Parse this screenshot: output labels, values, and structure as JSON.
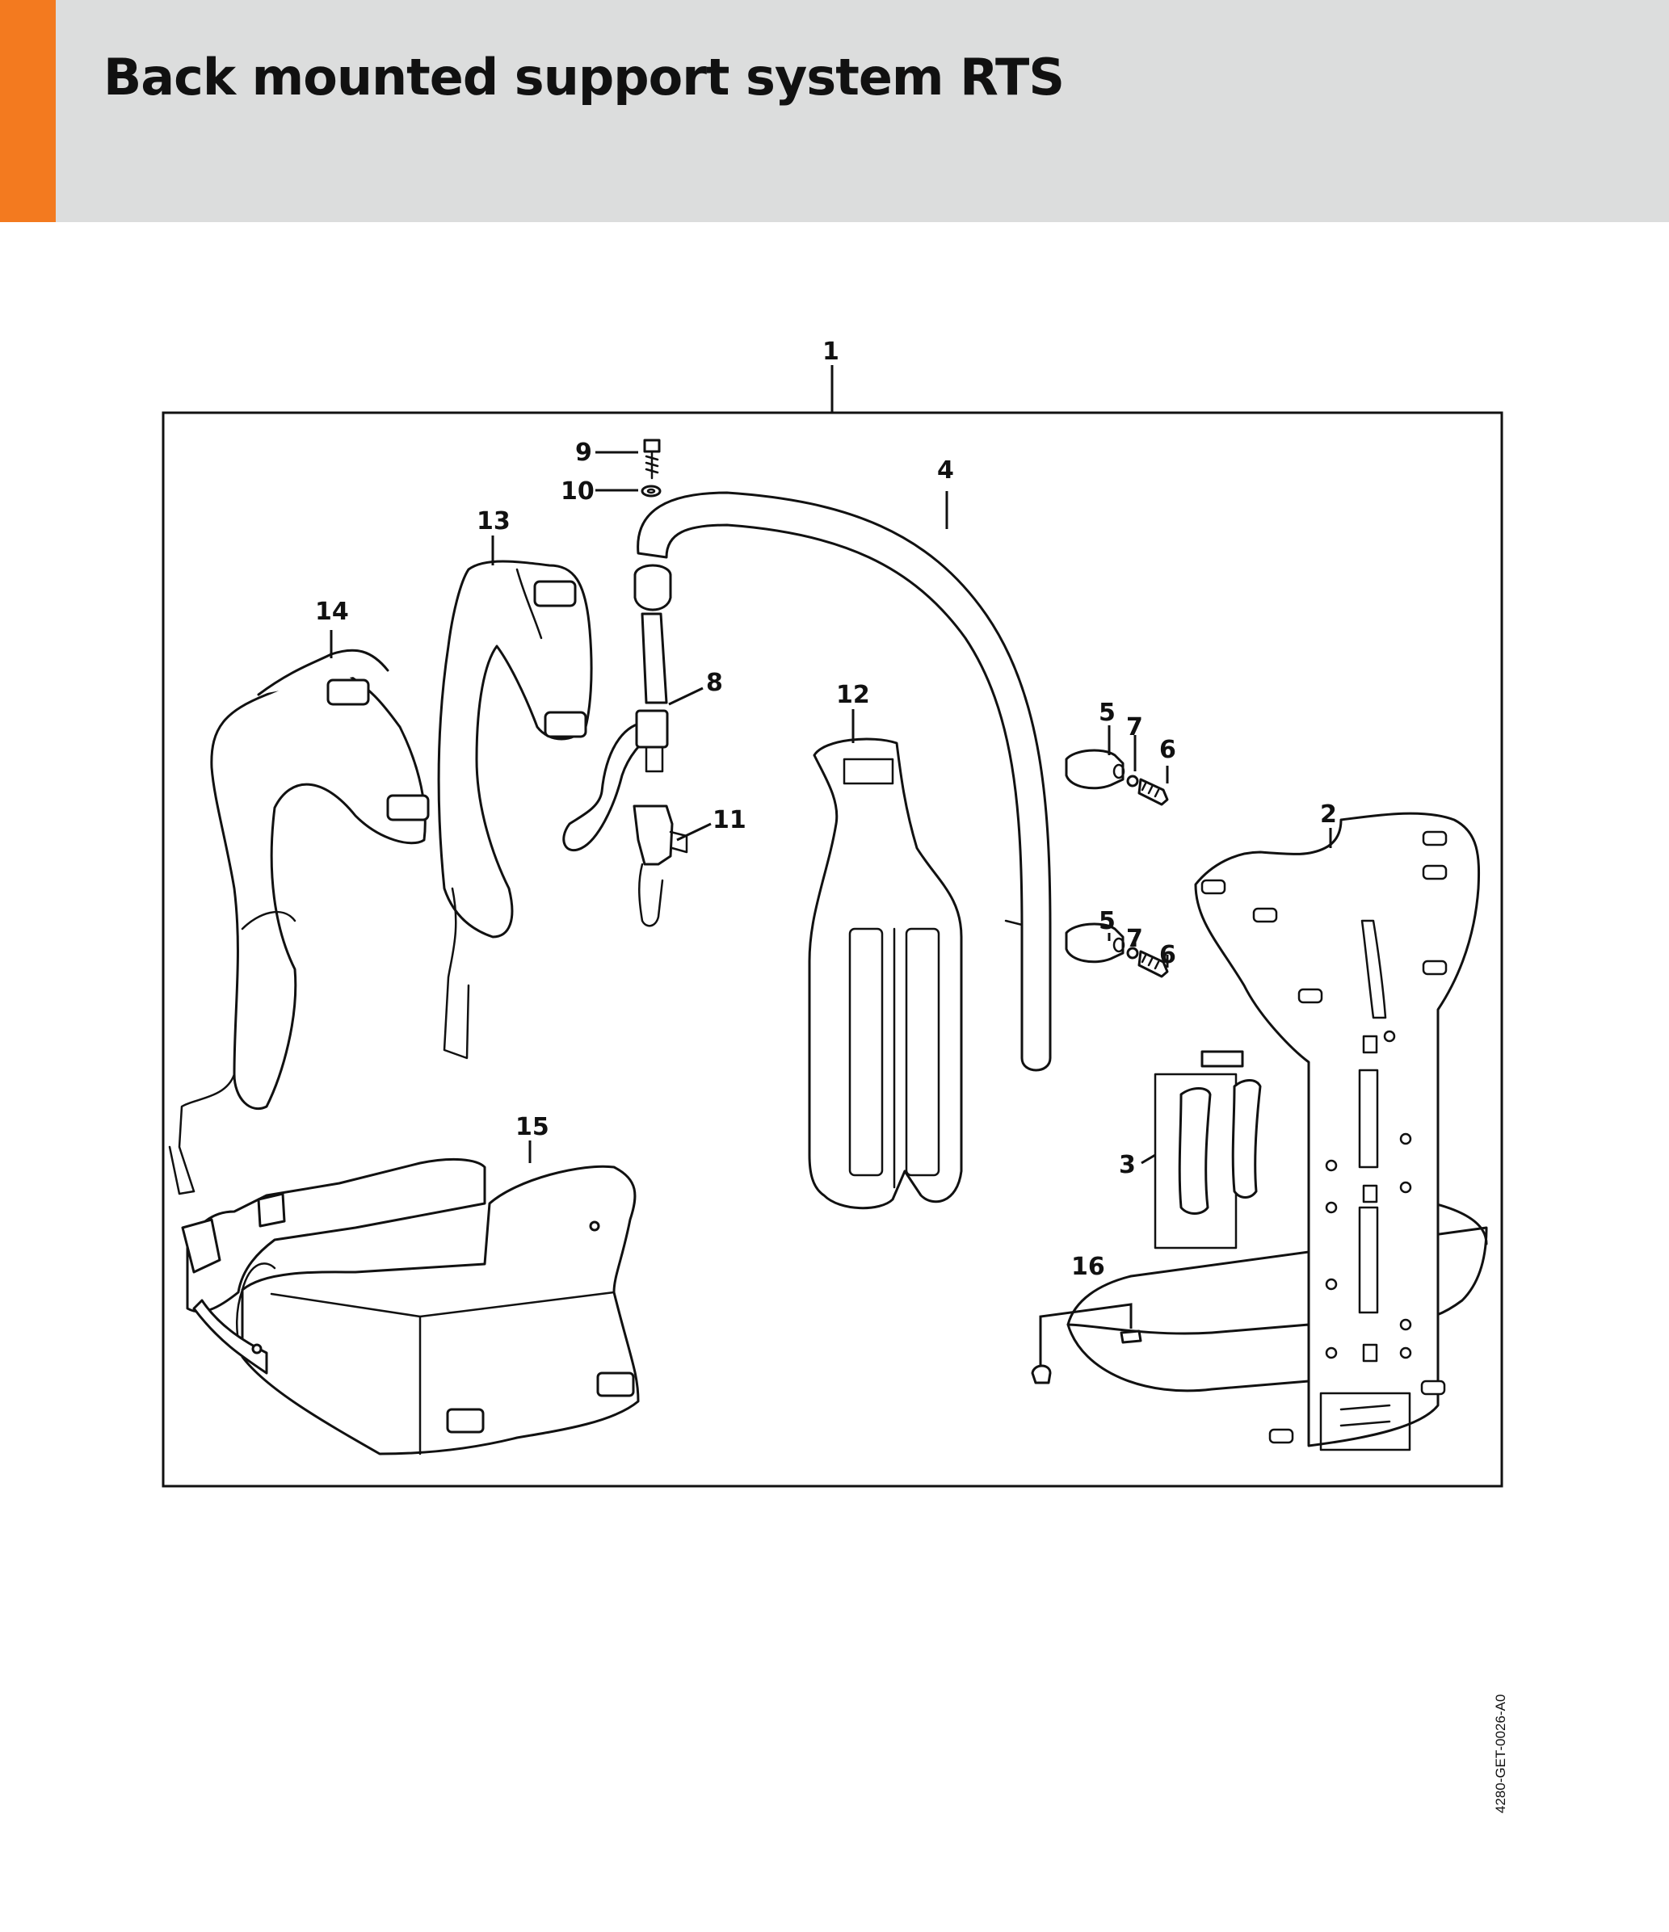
{
  "header": {
    "title": "Back mounted support system RTS",
    "accent_color": "#f37a1f",
    "background_color": "#dcdddd"
  },
  "diagram": {
    "callouts": [
      "1",
      "2",
      "3",
      "4",
      "5",
      "6",
      "7",
      "5",
      "7",
      "6",
      "8",
      "9",
      "10",
      "11",
      "12",
      "13",
      "14",
      "15",
      "16"
    ],
    "drawing_code": "4280-GET-0026-A0"
  }
}
